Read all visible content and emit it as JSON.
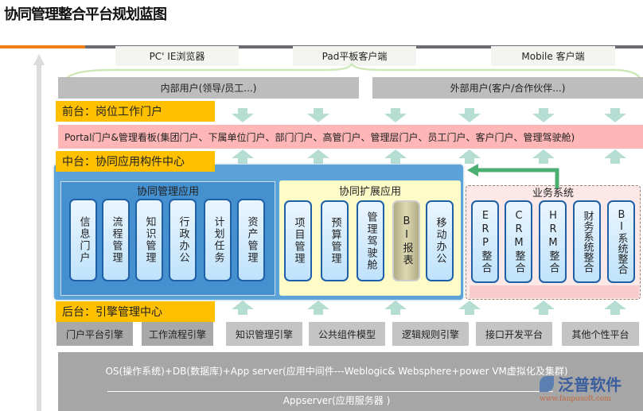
{
  "title": "协同管理整合平台规划蓝图",
  "clients": [
    "PC' IE浏览器",
    "Pad平板客户端",
    "Mobile 客户端"
  ],
  "users": {
    "internal": "内部用户(领导/员工...)",
    "external": "外部用户(客户/合作伙伴...)"
  },
  "front": {
    "label": "前台：岗位工作门户",
    "portal": "Portal门户&管理看板(集团门户、下属单位门户、部门门户、高管门户、管理层门户、员工门户、客户门户、管理驾驶舱)"
  },
  "middle": {
    "label": "中台：协同应用构件中心",
    "mgmt": {
      "title": "协同管理应用",
      "items": [
        "信息门户",
        "流程管理",
        "知识管理",
        "行政办公",
        "计划任务",
        "资产管理"
      ]
    },
    "ext": {
      "title": "协同扩展应用",
      "items": [
        "项目管理",
        "预算管理",
        "管理驾驶舱",
        "BI报表",
        "移动办公"
      ]
    },
    "biz": {
      "title": "业务系统",
      "items": [
        "ERP整合",
        "CRM整合",
        "HRM整合",
        "财务系统整合",
        "BI系统整合"
      ]
    }
  },
  "back": {
    "label": "后台：引擎管理中心",
    "engines": [
      "门户平台引擎",
      "工作流程引擎",
      "知识管理引擎",
      "公共组件模型",
      "逻辑规则引擎",
      "接口开发平台",
      "其他个性平台"
    ]
  },
  "infra": {
    "os": "OS(操作系统)+DB(数据库)+App server(应用中间件---Weblogic& Websphere+power VM虚拟化及集群)",
    "app": "Appserver(应用服务器 )"
  },
  "logo": {
    "name": "泛普软件",
    "url": "www.fanpusoft.com"
  },
  "colors": {
    "orange": "#ffc000",
    "pink": "#ffb6b6",
    "blue": "#5b9fd6",
    "yellow": "#fdfcc8",
    "green": "#4caf72"
  }
}
